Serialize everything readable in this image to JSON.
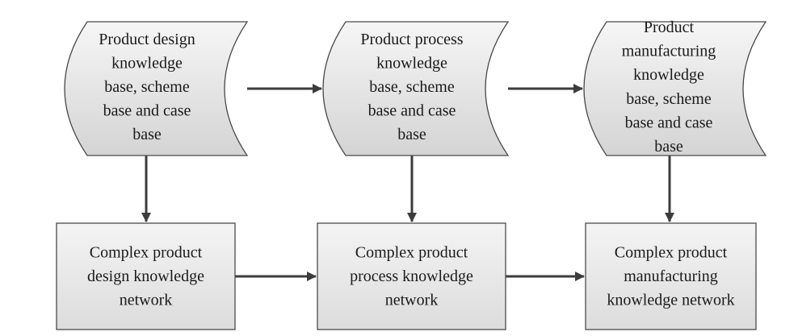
{
  "storage_nodes": [
    {
      "id": "design-kb",
      "lines": [
        "Product design",
        "knowledge",
        "base, scheme",
        "base and case",
        "base"
      ]
    },
    {
      "id": "process-kb",
      "lines": [
        "Product process",
        "knowledge",
        "base, scheme",
        "base and case",
        "base"
      ]
    },
    {
      "id": "manufacturing-kb",
      "lines": [
        "Product",
        "manufacturing",
        "knowledge",
        "base, scheme",
        "base and case",
        "base"
      ]
    }
  ],
  "network_nodes": [
    {
      "id": "design-network",
      "lines": [
        "Complex product",
        "design knowledge",
        "network"
      ]
    },
    {
      "id": "process-network",
      "lines": [
        "Complex product",
        "process knowledge",
        "network"
      ]
    },
    {
      "id": "manufacturing-network",
      "lines": [
        "Complex product",
        "manufacturing",
        "knowledge network"
      ]
    }
  ],
  "edges": [
    {
      "from": "design-kb",
      "to": "process-kb"
    },
    {
      "from": "process-kb",
      "to": "manufacturing-kb"
    },
    {
      "from": "design-network",
      "to": "process-network"
    },
    {
      "from": "process-network",
      "to": "manufacturing-network"
    },
    {
      "from": "design-kb",
      "to": "design-network"
    },
    {
      "from": "process-kb",
      "to": "process-network"
    },
    {
      "from": "manufacturing-kb",
      "to": "manufacturing-network"
    }
  ],
  "colors": {
    "storage_fill_light": "#f6f6f6",
    "storage_fill_dark": "#d4d4d4",
    "box_fill_light": "#f4f4f4",
    "box_fill_dark": "#dcdcdc",
    "stroke": "#4a4a4a",
    "arrow": "#3c3c3c",
    "text": "#1a1a1a"
  }
}
